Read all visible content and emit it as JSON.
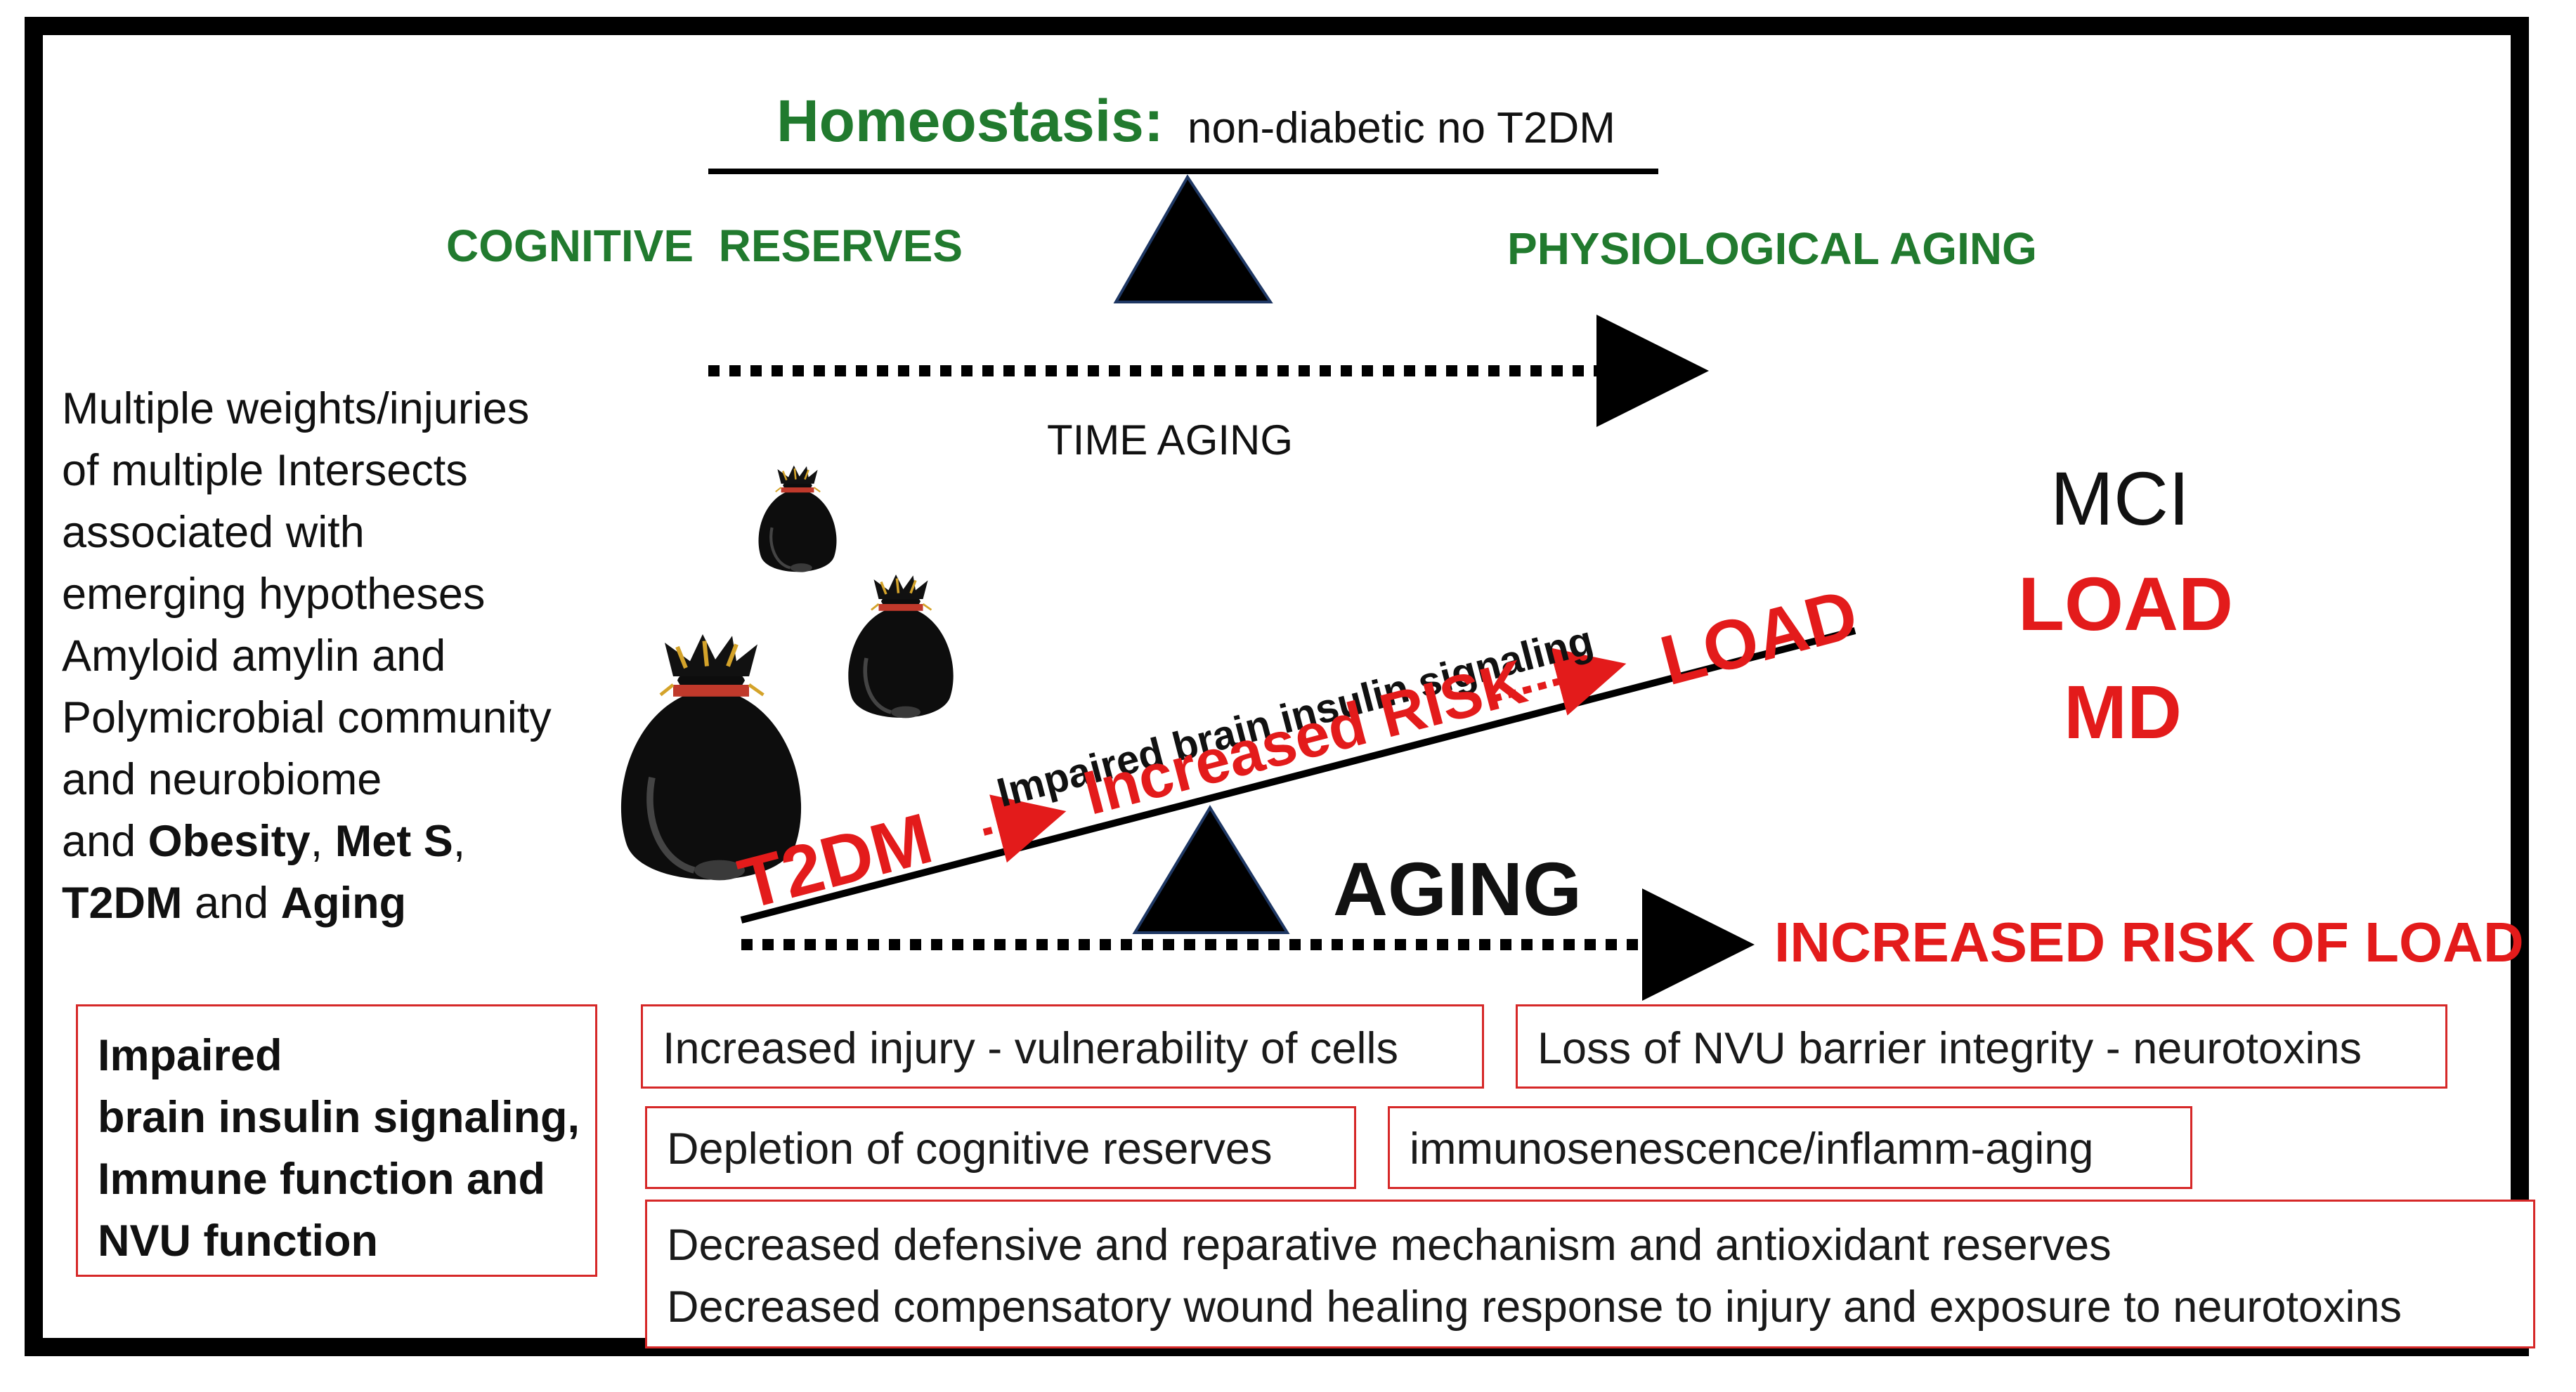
{
  "colors": {
    "green": "#217a2e",
    "red": "#e31b1b",
    "black": "#000000",
    "box_border": "#d62828",
    "bag_tie": "#d4a32a",
    "bag_band": "#c0392b"
  },
  "top_balance": {
    "title": "Homeostasis:",
    "subtitle": "non-diabetic no T2DM",
    "left_label": "COGNITIVE  RESERVES",
    "right_label": "PHYSIOLOGICAL AGING"
  },
  "time_label": "TIME AGING",
  "left_text": {
    "line1": "Multiple weights/injuries",
    "line2": "of multiple Intersects",
    "line3": "associated with",
    "line4": "emerging hypotheses",
    "line5": "Amyloid amylin and",
    "line6": "Polymicrobial community",
    "line7": "and neurobiome",
    "line8_pre": "and ",
    "line8_b1": "Obesity",
    "line8_mid": ", ",
    "line8_b2": "Met S",
    "line8_end": ",",
    "line9_b1": "T2DM",
    "line9_mid": " and ",
    "line9_b2": "Aging"
  },
  "right_outcomes": {
    "mci": "MCI",
    "load": "LOAD",
    "md": "MD"
  },
  "seesaw": {
    "signal_label": "Impaired brain insulin signaling",
    "t2dm": "T2DM",
    "risk": "Increased RISK",
    "load": "LOAD",
    "aging": "AGING"
  },
  "bottom_arrow_label": "INCREASED RISK OF LOAD",
  "boxes": {
    "left_box": {
      "line1": "Impaired",
      "line2": "brain insulin signaling,",
      "line3": "Immune function and",
      "line4": "NVU function"
    },
    "b1": "Increased injury - vulnerability of cells",
    "b2": "Loss of NVU barrier integrity - neurotoxins",
    "b3": "Depletion of cognitive reserves",
    "b4": "immunosenescence/inflamm-aging",
    "b5_line1": "Decreased defensive and reparative mechanism and antioxidant reserves",
    "b5_line2": "Decreased compensatory wound healing response to injury and exposure to neurotoxins"
  },
  "icons": {
    "weight_bags": "money-bag-icon",
    "fulcrum": "triangle-fulcrum-icon",
    "arrows": "dotted-arrow-icon"
  }
}
